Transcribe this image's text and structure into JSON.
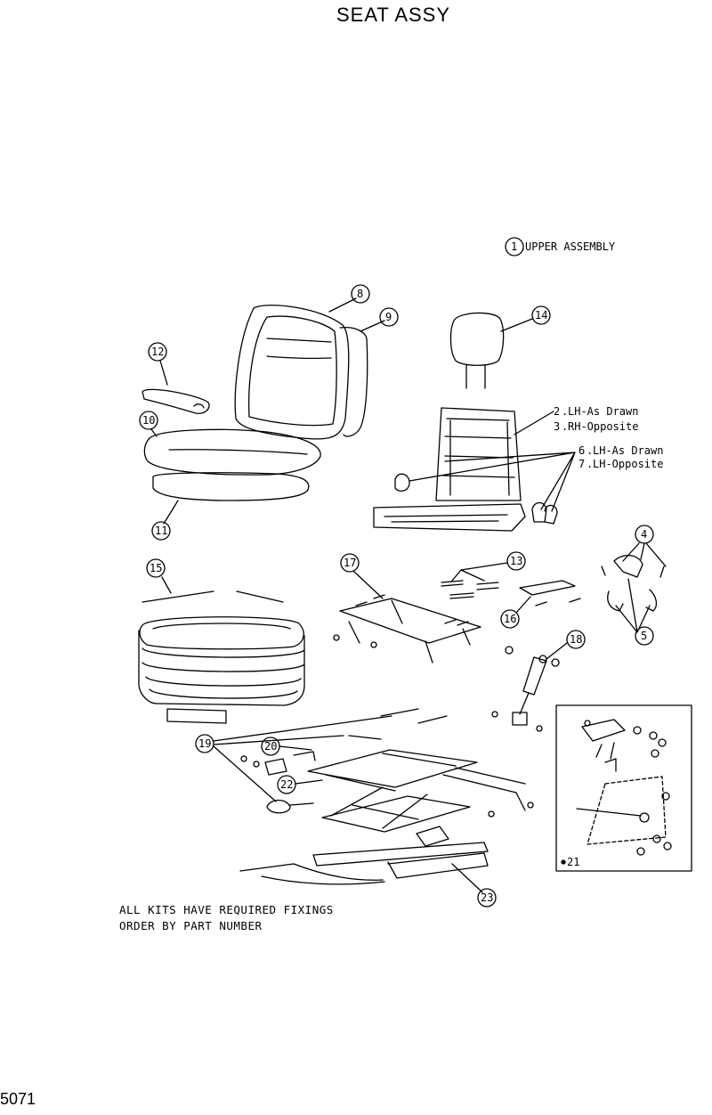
{
  "title": "SEAT  ASSY",
  "page_number": "5071",
  "notes": {
    "line1": "ALL KITS HAVE REQUIRED FIXINGS",
    "line2": "ORDER BY PART NUMBER"
  },
  "legend": {
    "item1": "UPPER ASSEMBLY",
    "item2": "LH-As Drawn",
    "item3": "RH-Opposite",
    "item6": "LH-As Drawn",
    "item7": "LH-Opposite"
  },
  "callouts": [
    "1",
    "2",
    "3",
    "4",
    "5",
    "6",
    "7",
    "8",
    "9",
    "10",
    "11",
    "12",
    "13",
    "14",
    "15",
    "16",
    "17",
    "18",
    "19",
    "20",
    "21",
    "22",
    "23"
  ]
}
